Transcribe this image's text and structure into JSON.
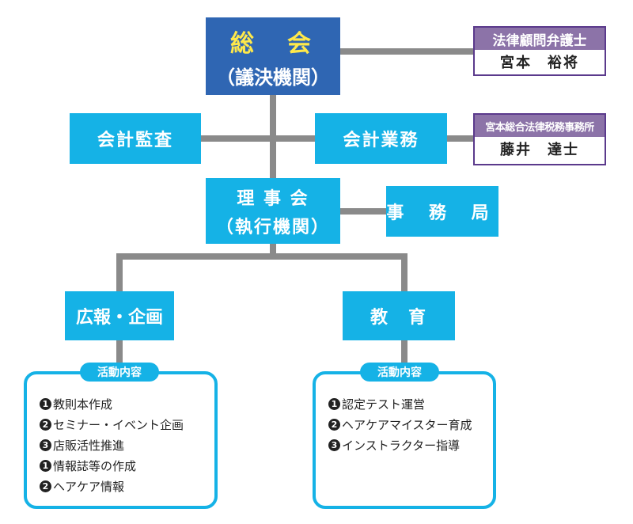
{
  "general_assembly": {
    "title": "総　会",
    "subtitle": "（議決機関）"
  },
  "legal_advisor": {
    "role": "法律顧問弁護士",
    "name": "宮本　裕将"
  },
  "audit": {
    "label": "会計監査"
  },
  "accounting": {
    "label": "会計業務"
  },
  "tax_office": {
    "role": "宮本総合法律税務事務所",
    "name": "藤井　達士"
  },
  "board": {
    "title": "理 事 会",
    "subtitle": "（執行機関）"
  },
  "secretariat": {
    "label": "事 務 局"
  },
  "pr_planning": {
    "label": "広報・企画",
    "activity_title": "活動内容",
    "items": [
      {
        "num": "1",
        "text": "教則本作成"
      },
      {
        "num": "2",
        "text": "セミナー・イベント企画"
      },
      {
        "num": "3",
        "text": "店販活性推進"
      },
      {
        "num": "1",
        "text": "情報誌等の作成"
      },
      {
        "num": "2",
        "text": "ヘアケア情報"
      }
    ]
  },
  "education": {
    "label": "教　育",
    "activity_title": "活動内容",
    "items": [
      {
        "num": "1",
        "text": "認定テスト運営"
      },
      {
        "num": "2",
        "text": "ヘアケアマイスター育成"
      },
      {
        "num": "3",
        "text": "インストラクター指導"
      }
    ]
  },
  "colors": {
    "dark_box": "#2f66b3",
    "light_box": "#15b2e6",
    "advisor_border": "#5b3a8c",
    "connector": "#8a8a8a",
    "title_yellow": "#ffe94a"
  }
}
